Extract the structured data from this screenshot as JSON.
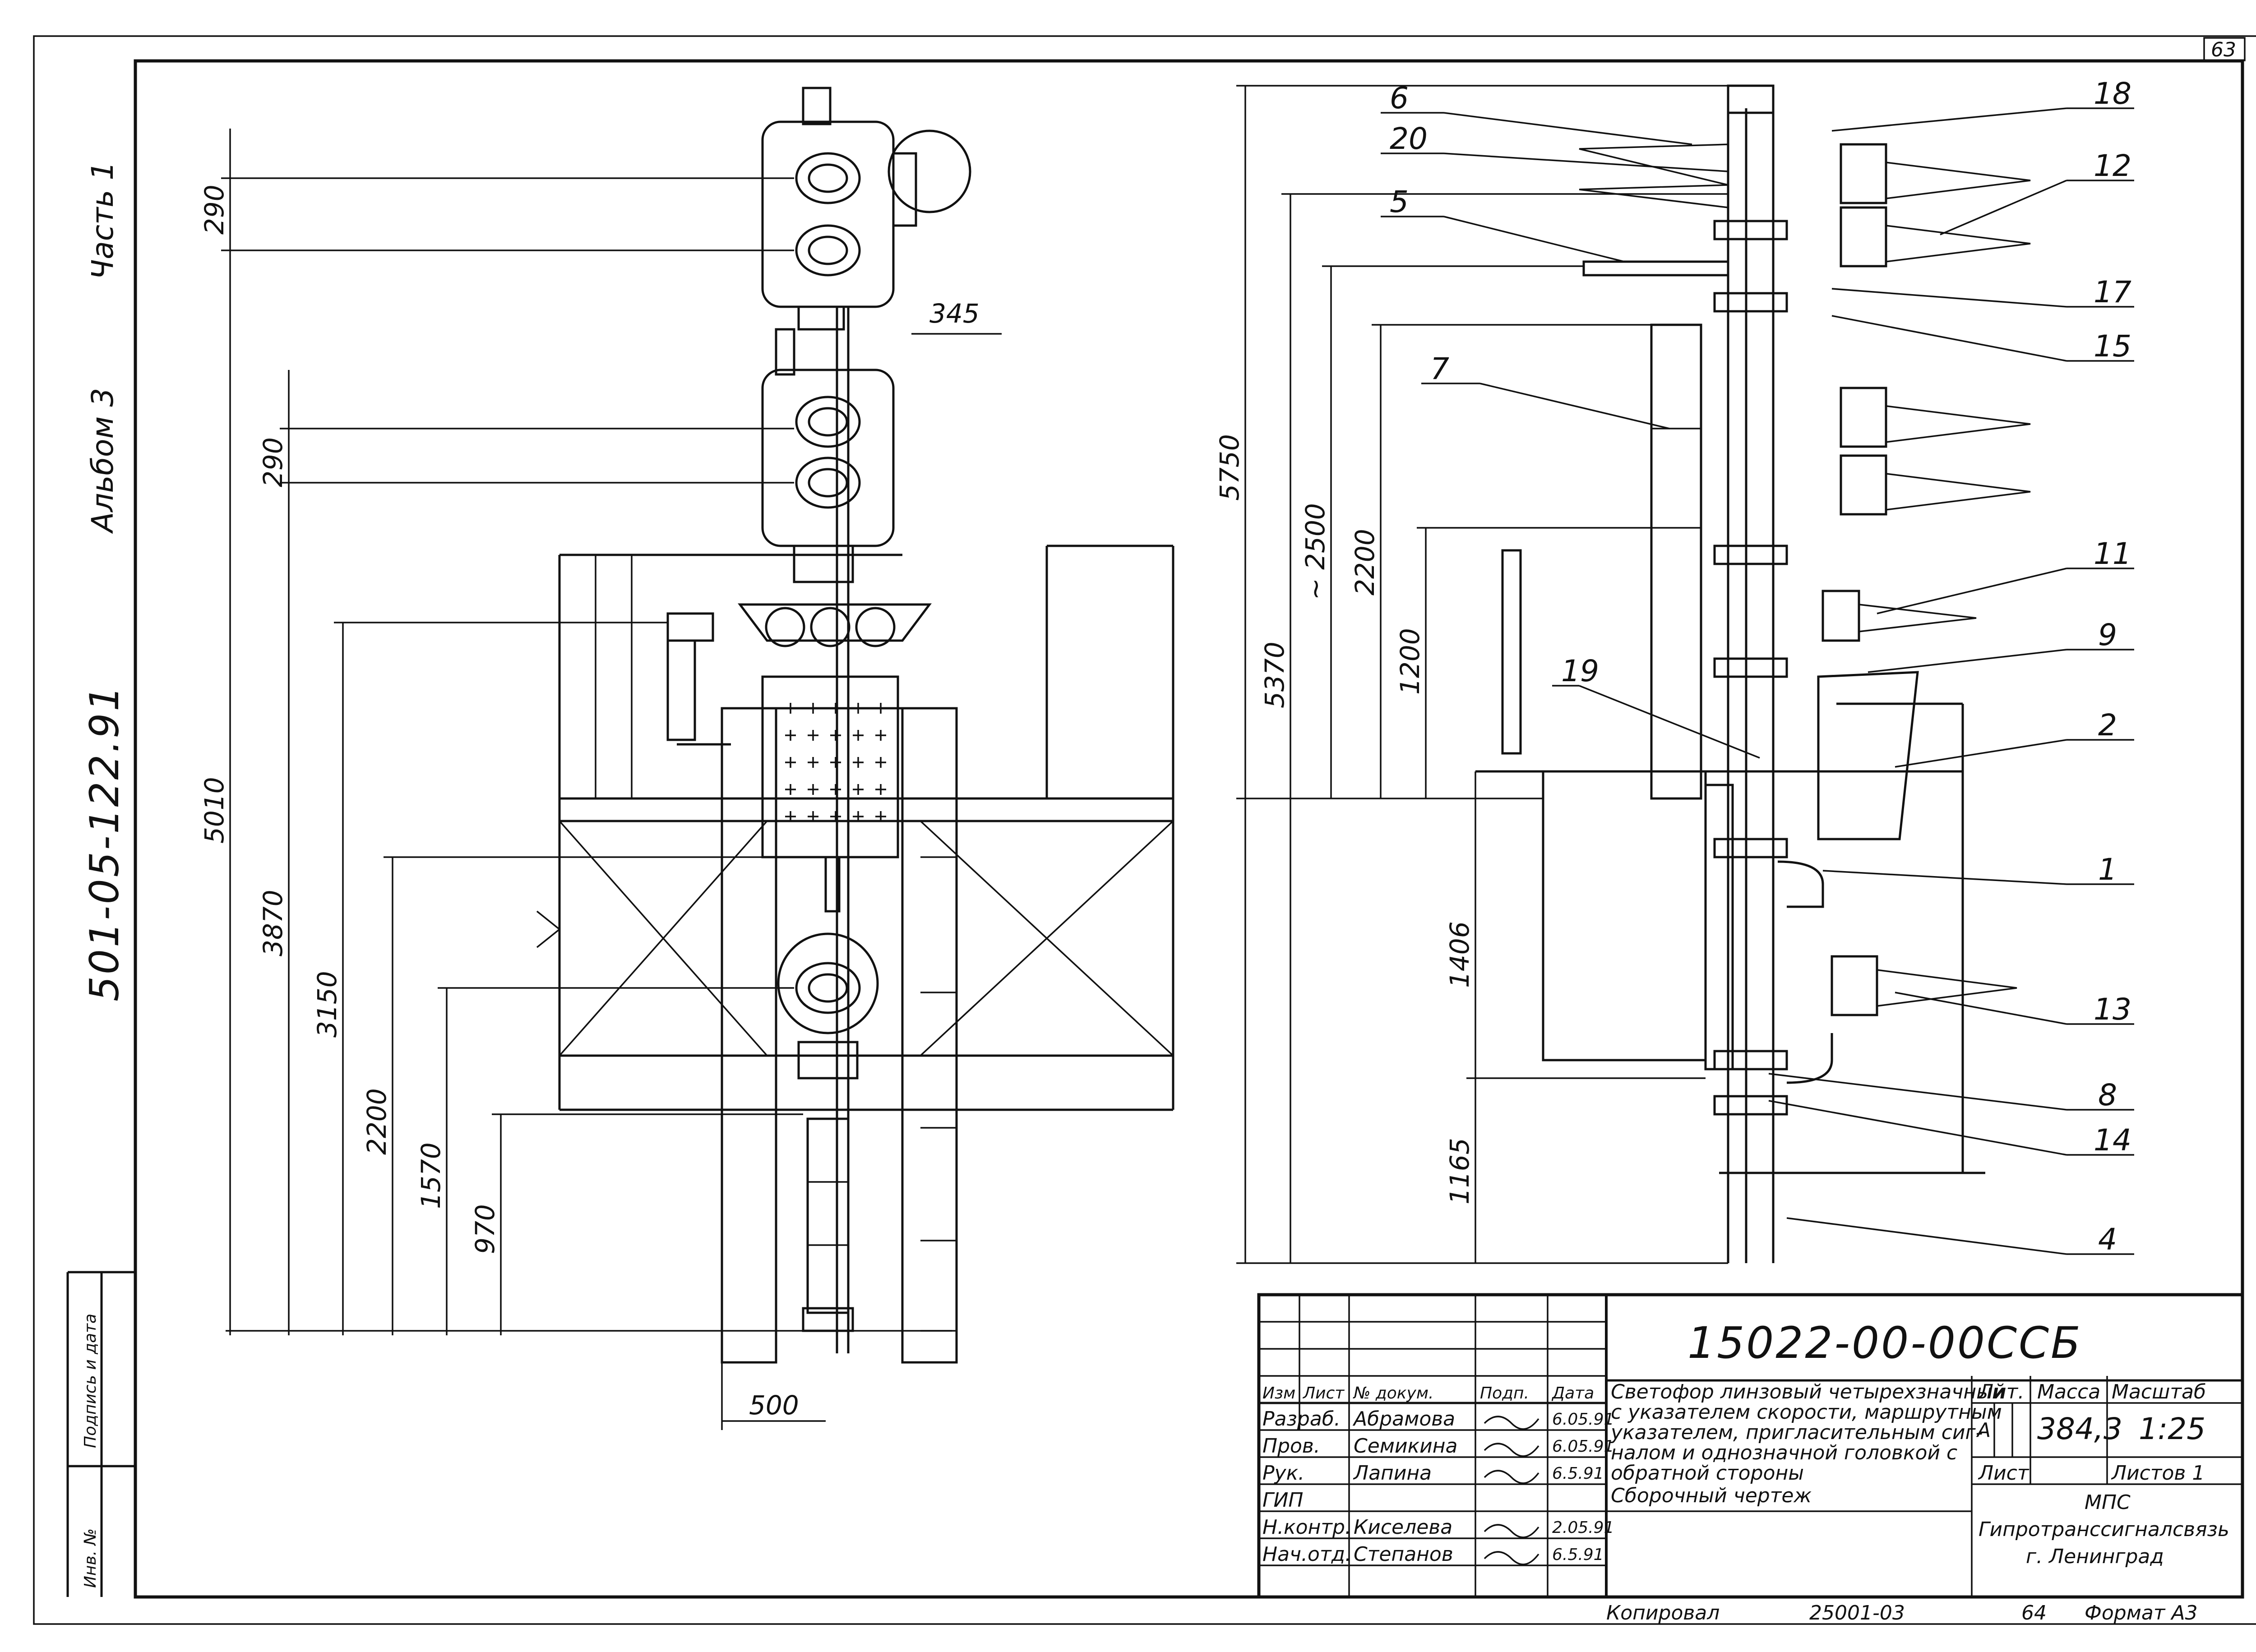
{
  "sheet": {
    "sheet_no": "63",
    "album_code": "501-05-122.91",
    "album_title": "Альбом 3",
    "album_part": "Часть 1",
    "margin_sign_date": "Подпись и дата",
    "margin_inv_no": "Инв. №"
  },
  "front_view": {
    "dims_vertical": [
      "290",
      "290",
      "5010",
      "3870",
      "3150",
      "2200",
      "1570",
      "970"
    ],
    "dim_345": "345",
    "dim_500": "500"
  },
  "side_view": {
    "dims_vertical": [
      "5750",
      "5370",
      "~ 2500",
      "2200",
      "1200",
      "1406",
      "1165"
    ],
    "callouts": [
      "6",
      "20",
      "5",
      "7",
      "19",
      "18",
      "12",
      "17",
      "15",
      "11",
      "9",
      "2",
      "1",
      "13",
      "8",
      "14",
      "4"
    ]
  },
  "title_block": {
    "drawing_number": "15022-00-00ССБ",
    "description": [
      "Светофор линзовый четырехзначный",
      "с указателем скорости, маршрутным",
      "указателем, пригласительным сиг-",
      "налом и однозначной головкой с",
      "обратной стороны",
      "Сборочный чертеж"
    ],
    "col_headers": [
      "Изм",
      "Лист",
      "№ докум.",
      "Подп.",
      "Дата"
    ],
    "roles": [
      "Разраб.",
      "Пров.",
      "Рук.",
      "ГИП",
      "Н.контр.",
      "Нач.отд."
    ],
    "names": [
      "Абрамова",
      "Семикина",
      "Лапина",
      "",
      "Киселева",
      "Степанов"
    ],
    "dates": [
      "6.05.91",
      "6.05.91",
      "6.5.91",
      "",
      "2.05.91",
      "6.5.91"
    ],
    "lit_label": "Лит.",
    "mass_label": "Масса",
    "scale_label": "Масштаб",
    "lit_value": "А",
    "mass_value": "384,3",
    "scale_value": "1:25",
    "sheet_label": "Лист",
    "sheets_label": "Листов 1",
    "org": [
      "МПС",
      "Гипротранссигналсвязь",
      "г. Ленинград"
    ],
    "copied": "Копировал",
    "order_no": "25001-03",
    "page_num": "64",
    "format": "Формат А3"
  }
}
